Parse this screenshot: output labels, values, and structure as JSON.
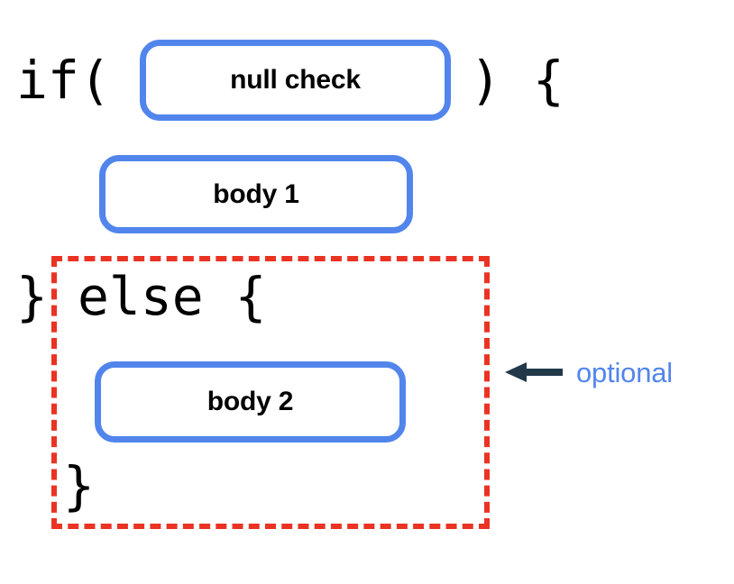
{
  "diagram": {
    "title": "if-else null check structure",
    "colors": {
      "box_blue": "#5285ec",
      "dashed_red": "#ea3323",
      "arrow_dark": "#22394a",
      "text_black": "#000000",
      "background": "#ffffff"
    },
    "code_tokens": {
      "if_open": "if(",
      "paren_close_brace_open": ") {",
      "close_brace_else": "}",
      "else_keyword": "else {",
      "close_brace_end": "}"
    },
    "boxes": [
      {
        "id": "null-check",
        "label": "null check"
      },
      {
        "id": "body-1",
        "label": "body 1"
      },
      {
        "id": "body-2",
        "label": "body 2"
      }
    ],
    "annotation": {
      "label": "optional",
      "arrow_icon": "arrow-left-icon",
      "points_to": "else-block-dashed-region"
    }
  }
}
